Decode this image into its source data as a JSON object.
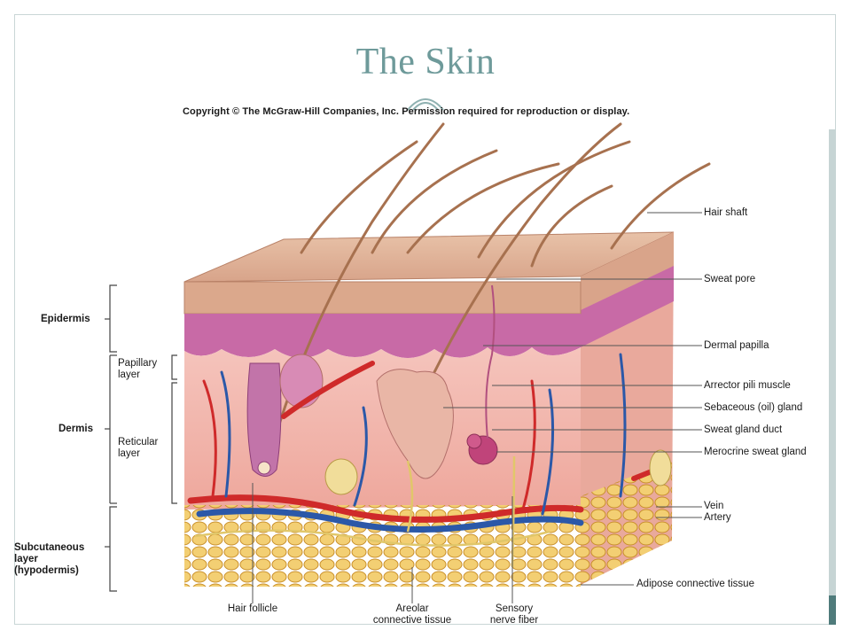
{
  "slide": {
    "title": "The Skin",
    "copyright": "Copyright © The McGraw-Hill Companies, Inc. Permission required for reproduction or display."
  },
  "diagram": {
    "left_labels": {
      "epidermis": "Epidermis",
      "papillary": "Papillary\nlayer",
      "dermis": "Dermis",
      "reticular": "Reticular\nlayer",
      "subcutaneous": "Subcutaneous\nlayer\n(hypodermis)"
    },
    "right_labels": [
      "Hair shaft",
      "Sweat pore",
      "Dermal papilla",
      "Arrector pili muscle",
      "Sebaceous (oil) gland",
      "Sweat gland duct",
      "Merocrine sweat gland",
      "Vein",
      "Artery",
      "Adipose connective tissue"
    ],
    "bottom_labels": {
      "hair_follicle": "Hair follicle",
      "areolar": "Areolar\nconnective tissue",
      "sensory": "Sensory\nnerve fiber"
    }
  },
  "colors": {
    "title": "#6e9a9a",
    "epidermis_top": "#d9a98e",
    "epidermis_layer": "#c66aa3",
    "dermis": "#f1b4ad",
    "hypodermis": "#e8b74a",
    "vein": "#2b58a8",
    "artery": "#cf2a2a"
  }
}
